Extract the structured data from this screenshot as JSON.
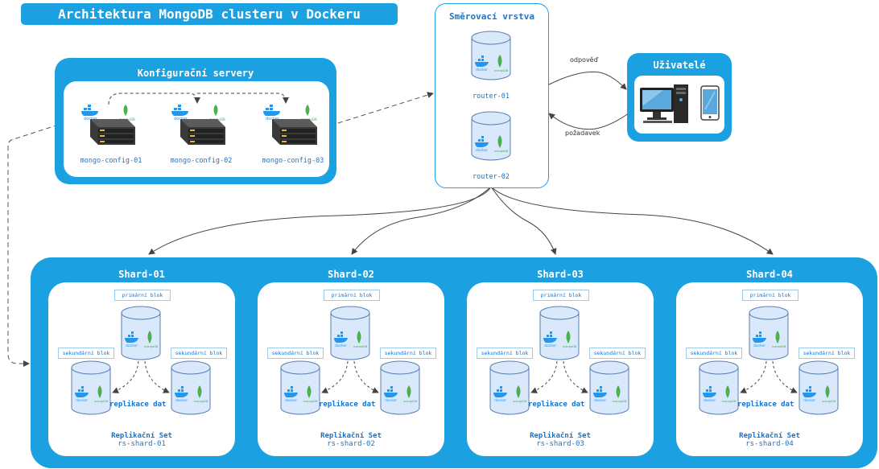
{
  "title": "Architektura MongoDB clusteru v Dockeru",
  "config": {
    "title": "Konfigurační servery",
    "servers": [
      "mongo-config-01",
      "mongo-config-02",
      "mongo-config-03"
    ]
  },
  "router": {
    "title": "Směrovací vrstva",
    "nodes": [
      "router-01",
      "router-02"
    ]
  },
  "users": {
    "title": "Uživatelé"
  },
  "edges": {
    "response": "odpověď",
    "request": "požadavek"
  },
  "logos": {
    "docker": "docker",
    "mongo": "mongoDB"
  },
  "shards": [
    {
      "title": "Shard-01",
      "primary": "primární blok",
      "secondary_left": "sekundární blok",
      "secondary_right": "sekundární blok",
      "replication": "replikace dat",
      "rs_title": "Replikační Set",
      "rs_name": "rs-shard-01"
    },
    {
      "title": "Shard-02",
      "primary": "primární blok",
      "secondary_left": "sekundární blok",
      "secondary_right": "sekundární blok",
      "replication": "replikace dat",
      "rs_title": "Replikační Set",
      "rs_name": "rs-shard-02"
    },
    {
      "title": "Shard-03",
      "primary": "primární blok",
      "secondary_left": "sekundární blok",
      "secondary_right": "sekundární blok",
      "replication": "replikace dat",
      "rs_title": "Replikační Set",
      "rs_name": "rs-shard-03"
    },
    {
      "title": "Shard-04",
      "primary": "primární blok",
      "secondary_left": "sekundární blok",
      "secondary_right": "sekundární blok",
      "replication": "replikace dat",
      "rs_title": "Replikační Set",
      "rs_name": "rs-shard-04"
    }
  ],
  "colors": {
    "accent": "#1ba1e2",
    "cylinder_fill": "#dae8fc",
    "cylinder_stroke": "#5a7fb0",
    "docker_blue": "#2496ed",
    "mongo_green": "#4caf50",
    "label_blue": "#1a73c8"
  },
  "icons": [
    "docker-logo-icon",
    "mongodb-leaf-icon",
    "server-rack-icon",
    "database-cylinder-icon",
    "desktop-computer-icon",
    "tower-pc-icon",
    "smartphone-icon"
  ]
}
